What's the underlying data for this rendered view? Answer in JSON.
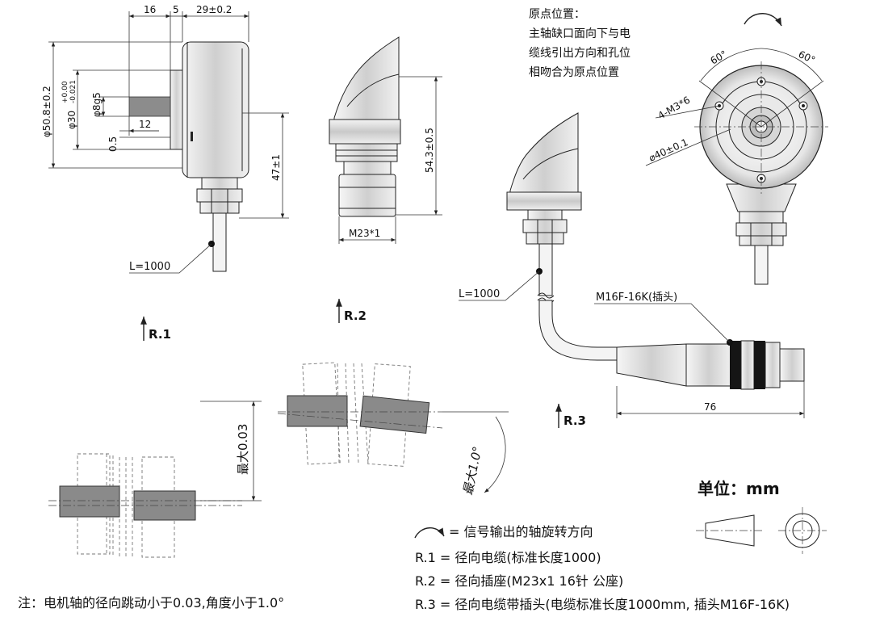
{
  "dimensions": {
    "r1": {
      "d16": "16",
      "d5": "5",
      "d29": "29±0.2",
      "d50": "φ50.8±0.2",
      "d30": "φ30",
      "d30_tol_upper": "+0.00",
      "d30_tol_lower": "-0.021",
      "d8": "φ8g5",
      "d12": "12",
      "d05": "0.5",
      "d47": "47±1",
      "cable_length": "L=1000"
    },
    "r2": {
      "height": "54.3±0.5",
      "thread": "M23*1"
    },
    "r3": {
      "cable_length": "L=1000",
      "plug": "M16F-16K(插头)",
      "length": "76"
    },
    "front": {
      "angle_left": "60°",
      "angle_right": "60°",
      "holes": "4-M3*6",
      "bolt_circle": "⌀40±0.1"
    }
  },
  "origin_note": {
    "title": "原点位置：",
    "lines": [
      "主轴缺口面向下与电",
      "缆线引出方向和孔位",
      "相吻合为原点位置"
    ]
  },
  "view_labels": {
    "r1": "R.1",
    "r2": "R.2",
    "r3": "R.3"
  },
  "tolerance": {
    "radial": "最大0.03",
    "angular": "最大1.0°"
  },
  "unit": {
    "label": "单位：mm"
  },
  "legend": {
    "rotation": "= 信号输出的轴旋转方向",
    "r1": "R.1 = 径向电缆(标准长度1000)",
    "r2": "R.2 = 径向插座(M23x1 16针 公座)",
    "r3": "R.3 = 径向电缆带插头(电缆标准长度1000mm, 插头M16F-16K)"
  },
  "note": "注：电机轴的径向跳动小于0.03,角度小于1.0°"
}
